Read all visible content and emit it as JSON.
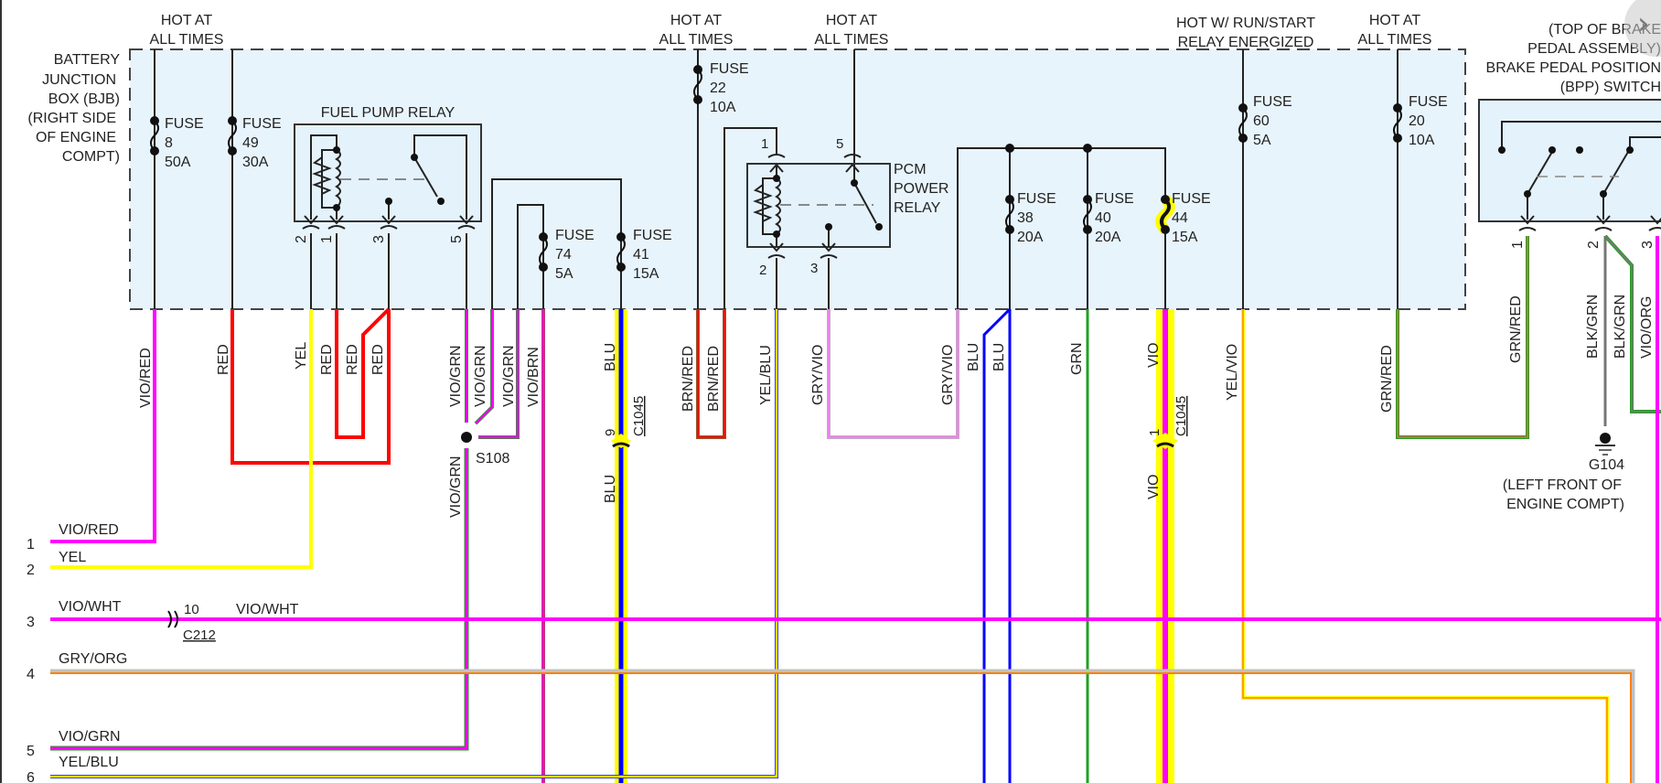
{
  "diagram": {
    "bjb": {
      "label_lines": [
        "BATTERY",
        "JUNCTION",
        "BOX (BJB)",
        "(RIGHT SIDE",
        "OF ENGINE",
        "COMPT)"
      ],
      "fill_color": "#e8f4fc"
    },
    "power_feeds": [
      {
        "id": "feed-fuse8",
        "lines": [
          "HOT AT",
          "ALL TIMES"
        ]
      },
      {
        "id": "feed-fuse22",
        "lines": [
          "HOT AT",
          "ALL TIMES"
        ]
      },
      {
        "id": "feed-pcm-relay",
        "lines": [
          "HOT AT",
          "ALL TIMES"
        ]
      },
      {
        "id": "feed-fuse60",
        "lines": [
          "HOT W/ RUN/START",
          "RELAY ENERGIZED"
        ]
      },
      {
        "id": "feed-fuse20",
        "lines": [
          "HOT AT",
          "ALL TIMES"
        ]
      }
    ],
    "fuses": [
      {
        "word": "FUSE",
        "number": "8",
        "rating": "50A",
        "highlighted": false
      },
      {
        "word": "FUSE",
        "number": "49",
        "rating": "30A",
        "highlighted": false
      },
      {
        "word": "FUSE",
        "number": "74",
        "rating": "5A",
        "highlighted": false
      },
      {
        "word": "FUSE",
        "number": "41",
        "rating": "15A",
        "highlighted": false
      },
      {
        "word": "FUSE",
        "number": "22",
        "rating": "10A",
        "highlighted": false
      },
      {
        "word": "FUSE",
        "number": "38",
        "rating": "20A",
        "highlighted": false
      },
      {
        "word": "FUSE",
        "number": "40",
        "rating": "20A",
        "highlighted": false
      },
      {
        "word": "FUSE",
        "number": "44",
        "rating": "15A",
        "highlighted": true
      },
      {
        "word": "FUSE",
        "number": "60",
        "rating": "5A",
        "highlighted": false
      },
      {
        "word": "FUSE",
        "number": "20",
        "rating": "10A",
        "highlighted": false
      }
    ],
    "fuel_pump_relay": {
      "title": "FUEL PUMP RELAY",
      "pins": [
        "2",
        "1",
        "3",
        "5"
      ]
    },
    "pcm_power_relay": {
      "title_lines": [
        "PCM",
        "POWER",
        "RELAY"
      ],
      "pins": [
        "1",
        "5",
        "2",
        "3"
      ]
    },
    "bpp_switch": {
      "title_lines": [
        "(TOP OF BRAKE",
        "PEDAL ASSEMBLY)",
        "BRAKE PEDAL POSITION",
        "(BPP) SWITCH"
      ],
      "pins": [
        "1",
        "2",
        "3"
      ]
    },
    "wire_labels": {
      "vio_red": "VIO/RED",
      "red_1": "RED",
      "yel": "YEL",
      "red_2": "RED",
      "red_3": "RED",
      "red_4": "RED",
      "vio_grn_1": "VIO/GRN",
      "vio_grn_2": "VIO/GRN",
      "vio_grn_3": "VIO/GRN",
      "vio_brn": "VIO/BRN",
      "vio_grn_4": "VIO/GRN",
      "blu_1": "BLU",
      "blu_2": "BLU",
      "brn_red_1": "BRN/RED",
      "brn_red_2": "BRN/RED",
      "yel_blu": "YEL/BLU",
      "gry_vio_1": "GRY/VIO",
      "gry_vio_2": "GRY/VIO",
      "blu_3": "BLU",
      "blu_4": "BLU",
      "grn": "GRN",
      "vio_1": "VIO",
      "vio_2": "VIO",
      "yel_vio": "YEL/VIO",
      "grn_red_1": "GRN/RED",
      "grn_red_2": "GRN/RED",
      "blk_grn_1": "BLK/GRN",
      "blk_grn_2": "BLK/GRN",
      "vio_org": "VIO/ORG"
    },
    "connectors": {
      "c1045_a": {
        "name": "C1045",
        "pin": "9"
      },
      "c1045_b": {
        "name": "C1045",
        "pin": "1"
      },
      "c212": {
        "name": "C212",
        "pin": "10"
      }
    },
    "splice": {
      "name": "S108"
    },
    "ground": {
      "name": "G104",
      "location_lines": [
        "(LEFT FRONT OF",
        "ENGINE COMPT)"
      ]
    },
    "outputs": [
      {
        "number": "1",
        "label": "VIO/RED",
        "color": "#ff00ff"
      },
      {
        "number": "2",
        "label": "YEL",
        "color": "#ffff00"
      },
      {
        "number": "3",
        "label": "VIO/WHT",
        "after_connector_label": "VIO/WHT",
        "color": "#ff00ff"
      },
      {
        "number": "4",
        "label": "GRY/ORG",
        "color": "#c0c0c0"
      },
      {
        "number": "5",
        "label": "VIO/GRN",
        "color": "#ff00ff"
      },
      {
        "number": "6",
        "label": "YEL/BLU",
        "color": "#ffff00"
      }
    ],
    "colors": {
      "violet": "#ff00ff",
      "red": "#ff0000",
      "yellow": "#ffff00",
      "blue": "#0000ff",
      "green": "#22a022",
      "brown": "#a0522d",
      "gray": "#b8b8b8",
      "orange": "#ff8000",
      "light_violet": "#ee82ee",
      "highlight": "#ffff00"
    },
    "nav_icon": "chevron-right-icon"
  }
}
